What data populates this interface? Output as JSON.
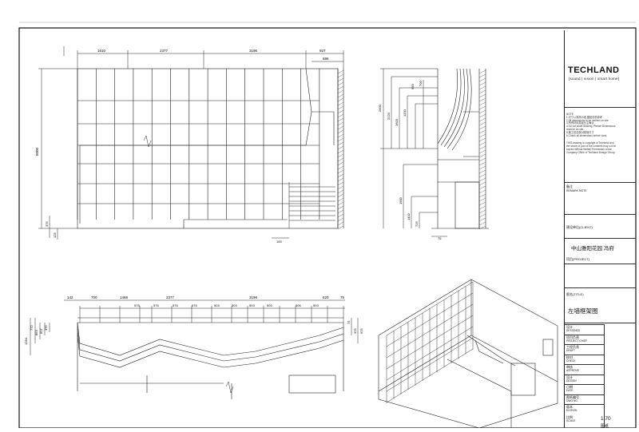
{
  "title_block": {
    "brand": "TECHLAND",
    "tagline": "[sound | vision | smart home]",
    "notes": [
      "NOTE",
      "1.尺寸以现场为准,图纸仅供参考",
      "2.All dimensions to be verified on site",
      "3.所有材料需经业主确认",
      "4.Do not scale drawing, Please Dimensions",
      "shall be on site.",
      "5.施工前应核对现场尺寸",
      "6.Check all dimensions before work."
    ],
    "notes2": [
      "THIS drawing is copyright of Techland and",
      "the whole or part of the contents may not be",
      "copied without Written Permission of the",
      "Company Office of Techland Design Group."
    ],
    "remark_label": "备注",
    "remark_sub": "REMARK NOTE",
    "client_label": "建设单位(CLIENT)",
    "project_label": "项目(PROJECT)",
    "project_name": "中山雅阳花园 冯府",
    "title_label": "图名(TITLE)",
    "drawing_title": "左墙框架图",
    "fields": [
      {
        "cn": "设计",
        "en": "DESIGNED"
      },
      {
        "cn": "项目负责",
        "en": "PROJECT CHIEF"
      },
      {
        "cn": "工程负责",
        "en": "DRAFT"
      },
      {
        "cn": "校对",
        "en": "CHECK"
      },
      {
        "cn": "审核",
        "en": "APPROVE"
      },
      {
        "cn": "设计",
        "en": "DESIGN"
      },
      {
        "cn": "日期",
        "en": "DATE"
      },
      {
        "cn": "图纸编号",
        "en": "DWG NO"
      },
      {
        "cn": "版本",
        "en": "EDITION"
      }
    ],
    "scale_label": "比例",
    "scale_sub": "SCALE",
    "scale_value": "1:70",
    "bottom_label": "图纸"
  },
  "dims": {
    "elev_top": [
      "1610",
      "2377",
      "3196",
      "927"
    ],
    "elev_top2": "696",
    "elev_left": "5000",
    "elev_left_small": [
      "375",
      "125"
    ],
    "elev_bottom": "100",
    "side_top": [
      "2490",
      "2220",
      "1600",
      "1200",
      "950",
      "700"
    ],
    "side_bottom": [
      "1983",
      "1402",
      "725"
    ],
    "side_foot": "75",
    "plan_top": [
      "142",
      "700",
      "1468",
      "2377",
      "3196",
      "620",
      "75"
    ],
    "plan_sub": [
      "575",
      "576",
      "576",
      "576",
      "503",
      "503",
      "503",
      "503",
      "506",
      "503"
    ],
    "plan_left": [
      "1284",
      "772",
      "863",
      "607",
      "375"
    ],
    "plan_right": [
      "75",
      "375",
      "975"
    ]
  }
}
